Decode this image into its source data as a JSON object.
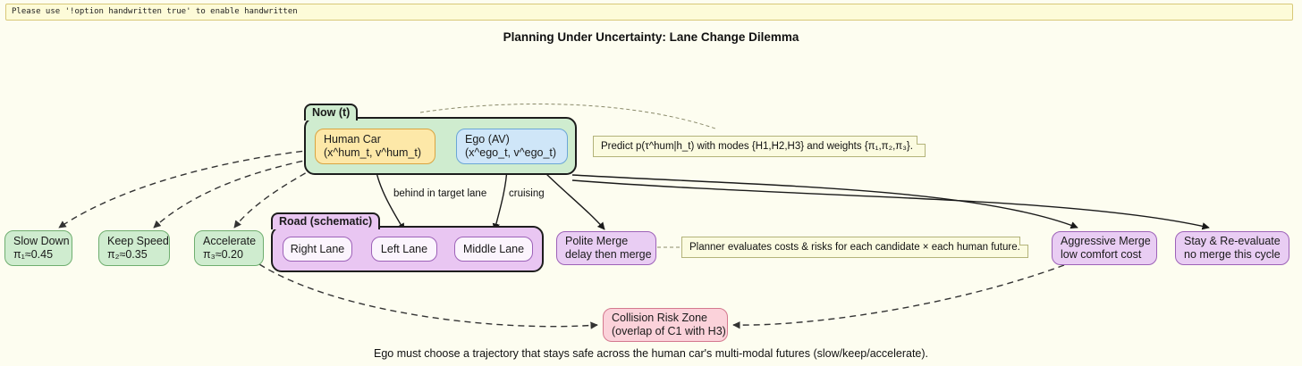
{
  "banner": {
    "text": "Please use '!option handwritten true' to enable handwritten"
  },
  "diagram": {
    "title": "Planning Under Uncertainty: Lane Change Dilemma",
    "caption": "Ego must choose a trajectory that stays safe across the human car's multi-modal futures (slow/keep/accelerate).",
    "clusters": [
      {
        "id": "now",
        "label": "Now (t)",
        "color": "#cfeccf"
      },
      {
        "id": "road",
        "label": "Road (schematic)",
        "color": "#e9c6f2"
      }
    ],
    "nodes": {
      "human_car": {
        "line1": "Human Car",
        "line2": "(x^hum_t, v^hum_t)",
        "color": "#fde8a8"
      },
      "ego": {
        "line1": "Ego (AV)",
        "line2": "(x^ego_t, v^ego_t)",
        "color": "#cfe6f8"
      },
      "slow_down": {
        "line1": "Slow Down",
        "line2": "π₁≈0.45",
        "color": "#cfeccf"
      },
      "keep_speed": {
        "line1": "Keep Speed",
        "line2": "π₂≈0.35",
        "color": "#cfeccf"
      },
      "accelerate": {
        "line1": "Accelerate",
        "line2": "π₃≈0.20",
        "color": "#cfeccf"
      },
      "right_lane": {
        "line1": "Right Lane",
        "line2": "",
        "color": "#fbf4fd"
      },
      "left_lane": {
        "line1": "Left Lane",
        "line2": "",
        "color": "#fbf4fd"
      },
      "middle_lane": {
        "line1": "Middle Lane",
        "line2": "",
        "color": "#fbf4fd"
      },
      "polite_merge": {
        "line1": "Polite Merge",
        "line2": "delay then merge",
        "color": "#e9cdf3"
      },
      "aggressive_merge": {
        "line1": "Aggressive Merge",
        "line2": "low comfort cost",
        "color": "#e9cdf3"
      },
      "stay_reevaluate": {
        "line1": "Stay & Re-evaluate",
        "line2": "no merge this cycle",
        "color": "#e9cdf3"
      },
      "collision_risk": {
        "line1": "Collision Risk Zone",
        "line2": "(overlap of C1 with H3)",
        "color": "#fbd2da"
      }
    },
    "notes": {
      "predict": "Predict p(τ^hum|h_t) with modes {H1,H2,H3} and weights {π₁,π₂,π₃}.",
      "planner": "Planner evaluates costs & risks for each candidate × each human future."
    },
    "edge_labels": {
      "behind": "behind in target lane",
      "cruising": "cruising"
    }
  }
}
